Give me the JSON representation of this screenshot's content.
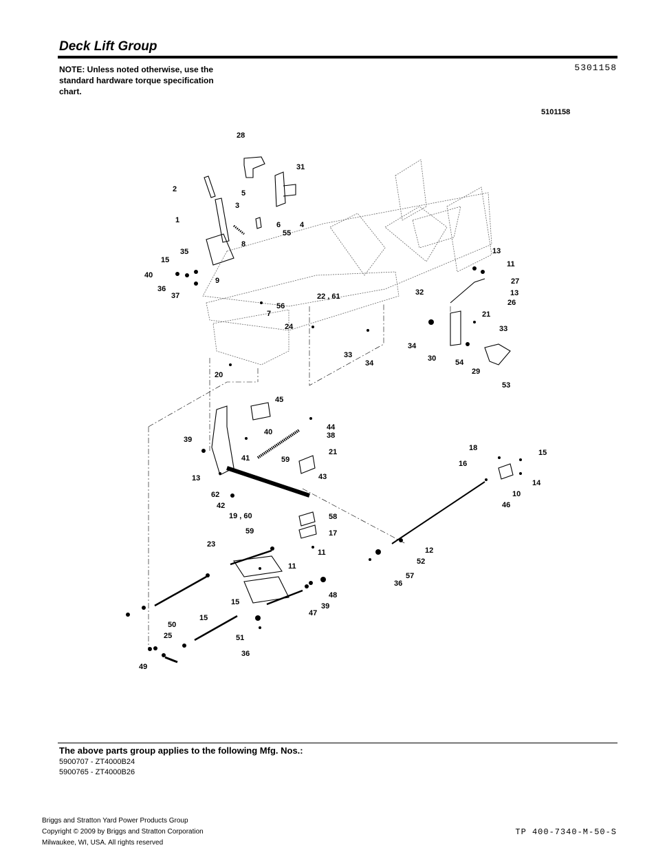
{
  "header": {
    "title": "Deck Lift Group",
    "note": "NOTE: Unless noted otherwise, use the standard hardware torque specification chart.",
    "doc_number": "5301158"
  },
  "diagram": {
    "figure_id": "5101158",
    "callouts": [
      "28",
      "31",
      "2",
      "5",
      "3",
      "1",
      "6",
      "55",
      "4",
      "35",
      "8",
      "15",
      "40",
      "36",
      "9",
      "37",
      "56",
      "22 , 61",
      "7",
      "24",
      "13",
      "11",
      "27",
      "26",
      "32",
      "13",
      "21",
      "33",
      "33",
      "34",
      "34",
      "30",
      "54",
      "29",
      "53",
      "20",
      "45",
      "44",
      "38",
      "40",
      "39",
      "41",
      "59",
      "21",
      "13",
      "43",
      "62",
      "42",
      "19 , 60",
      "59",
      "58",
      "17",
      "18",
      "15",
      "16",
      "14",
      "10",
      "46",
      "23",
      "11",
      "12",
      "52",
      "11",
      "57",
      "36",
      "48",
      "15",
      "39",
      "47",
      "15",
      "50",
      "25",
      "51",
      "36",
      "49"
    ]
  },
  "applies": {
    "heading": "The above parts group applies to the following Mfg. Nos.:",
    "items": [
      "5900707 - ZT4000B24",
      "5900765 - ZT4000B26"
    ]
  },
  "footer": {
    "line1": "Briggs and Stratton Yard Power Products Group",
    "line2": "Copyright ©  2009 by Briggs and Stratton Corporation",
    "line3": "Milwaukee, WI, USA. All rights reserved",
    "tp_number": "TP 400-7340-M-50-S"
  }
}
